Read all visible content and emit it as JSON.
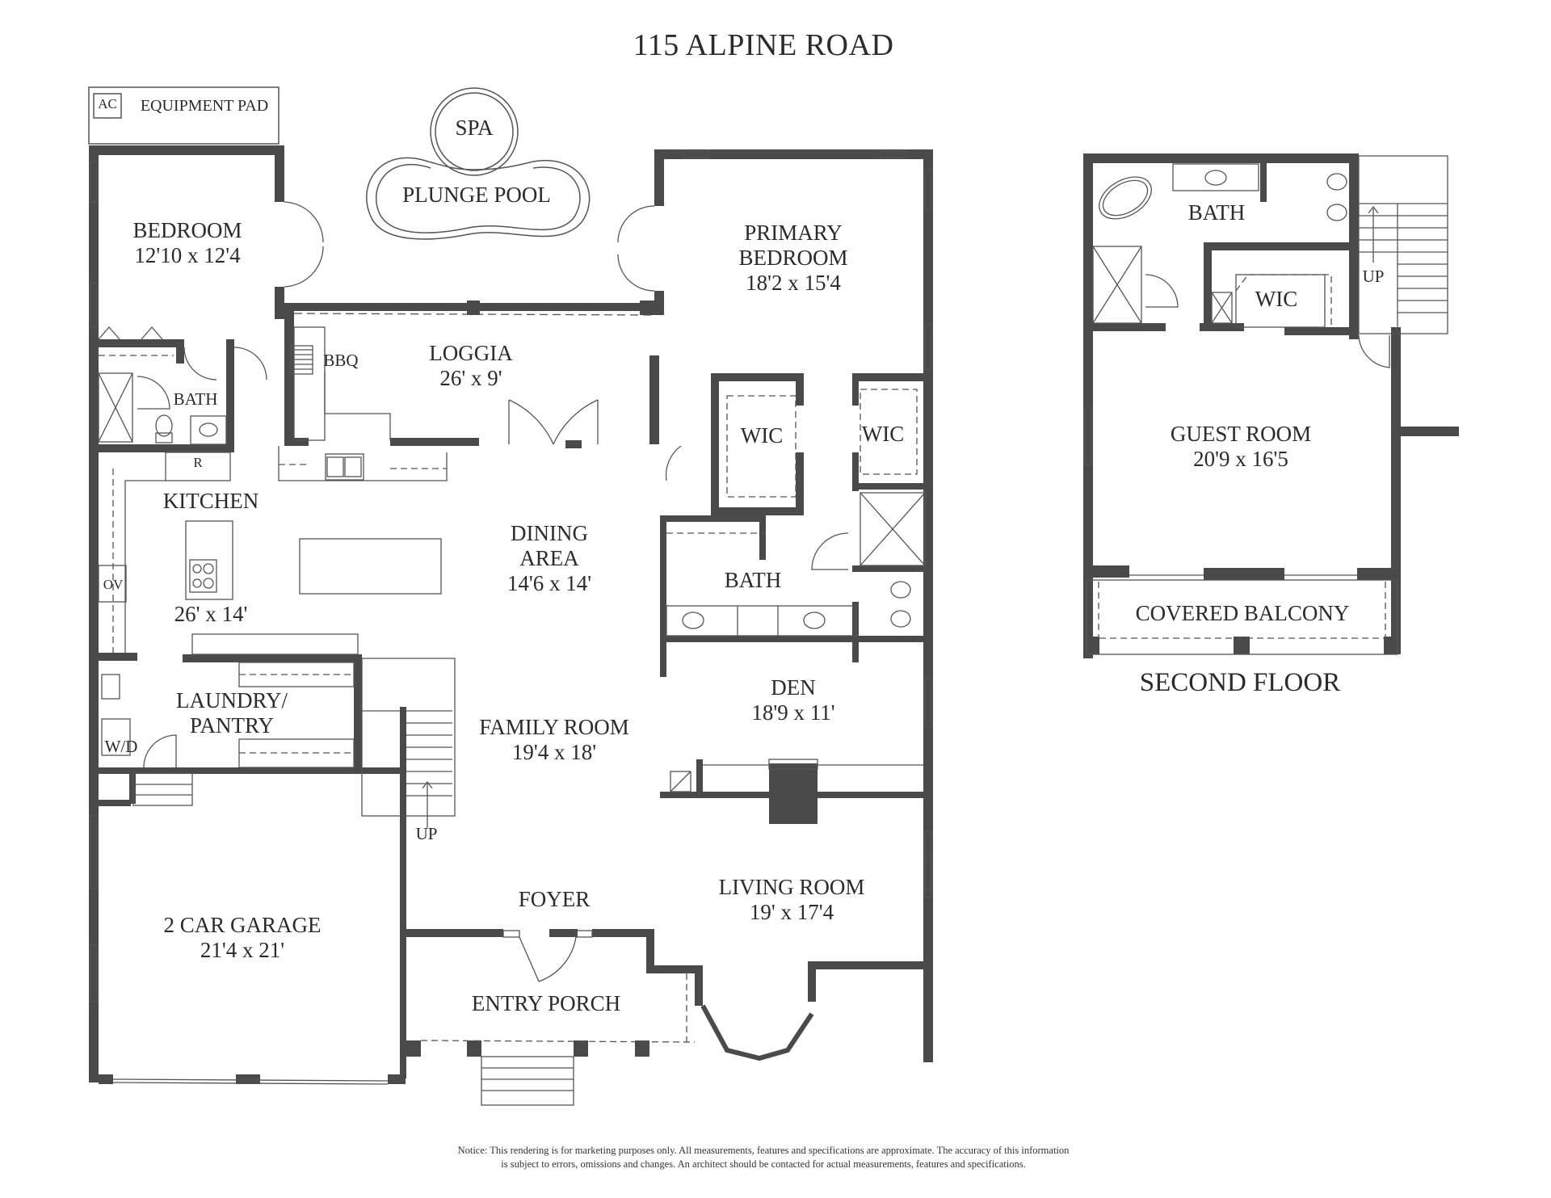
{
  "title": "115 ALPINE ROAD",
  "equipment_pad": {
    "ac_label": "AC",
    "label": "EQUIPMENT PAD"
  },
  "pool": {
    "spa_label": "SPA",
    "pool_label": "PLUNGE POOL"
  },
  "first_floor": {
    "rooms": [
      {
        "name": "BEDROOM",
        "size": "12'10 x 12'4"
      },
      {
        "name": "LOGGIA",
        "size": "26' x 9'"
      },
      {
        "name": "PRIMARY BEDROOM",
        "name_line1": "PRIMARY",
        "name_line2": "BEDROOM",
        "size": "18'2 x 15'4"
      },
      {
        "name": "BATH"
      },
      {
        "name": "KITCHEN",
        "size": "26' x 14'"
      },
      {
        "name": "DINING AREA",
        "name_line1": "DINING",
        "name_line2": "AREA",
        "size": "14'6 x 14'"
      },
      {
        "name": "WIC"
      },
      {
        "name": "WIC"
      },
      {
        "name": "BATH"
      },
      {
        "name": "LAUNDRY/ PANTRY",
        "name_line1": "LAUNDRY/",
        "name_line2": "PANTRY"
      },
      {
        "name": "FAMILY ROOM",
        "size": "19'4 x 18'"
      },
      {
        "name": "DEN",
        "size": "18'9 x 11'"
      },
      {
        "name": "2 CAR GARAGE",
        "size": "21'4 x 21'"
      },
      {
        "name": "FOYER"
      },
      {
        "name": "LIVING ROOM",
        "size": "19' x 17'4"
      },
      {
        "name": "ENTRY PORCH"
      }
    ],
    "fixtures": {
      "bbq": "BBQ",
      "refrigerator": "R",
      "oven": "OV",
      "washer_dryer": "W/D",
      "stairs_up": "UP"
    }
  },
  "second_floor": {
    "title": "SECOND FLOOR",
    "rooms": [
      {
        "name": "BATH"
      },
      {
        "name": "WIC"
      },
      {
        "name": "GUEST ROOM",
        "size": "20'9 x 16'5"
      },
      {
        "name": "COVERED BALCONY"
      }
    ],
    "stairs_up": "UP"
  },
  "notice": {
    "line1": "Notice: This rendering is for marketing purposes only. All measurements, features and specifications are approximate. The accuracy of this information",
    "line2": "is subject to errors, omissions and changes. An architect should be contacted for actual measurements, features and specifications."
  },
  "colors": {
    "wall": "#4a4a4a",
    "line": "#555555",
    "text": "#2b2b2b",
    "background": "#ffffff"
  }
}
